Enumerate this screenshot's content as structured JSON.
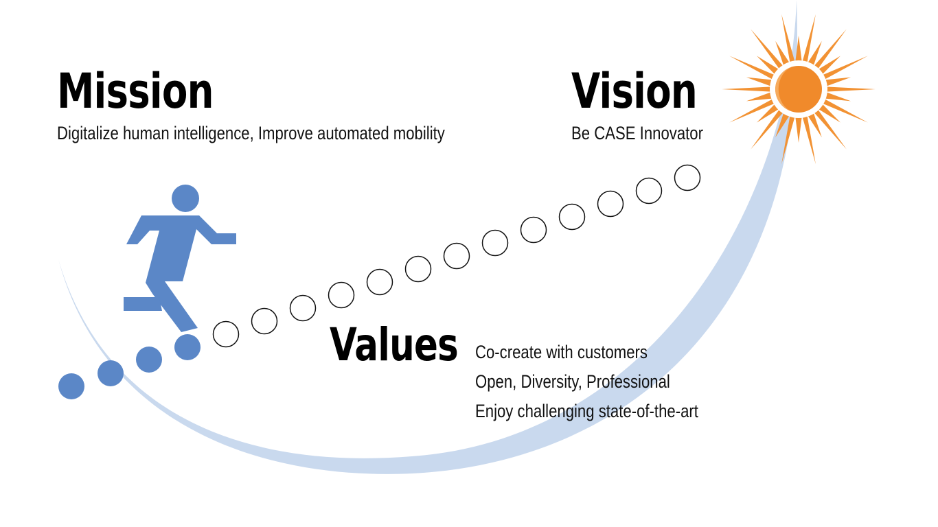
{
  "mission": {
    "title": "Mission",
    "text": "Digitalize human intelligence, Improve automated mobility"
  },
  "vision": {
    "title": "Vision",
    "text": "Be CASE Innovator"
  },
  "values": {
    "title": "Values",
    "items": [
      "Co-create with customers",
      "Open, Diversity, Professional",
      "Enjoy challenging state-of-the-art"
    ]
  },
  "icons": {
    "figure": "running-person-icon",
    "sun": "sun-icon"
  },
  "colors": {
    "figure_blue": "#5b87c7",
    "arc_blue": "#c9d9ee",
    "sun_orange": "#f29233",
    "sun_core": "#f08a2b",
    "text": "#000000"
  },
  "path_dots": {
    "filled_count": 4,
    "outline_count": 13
  }
}
